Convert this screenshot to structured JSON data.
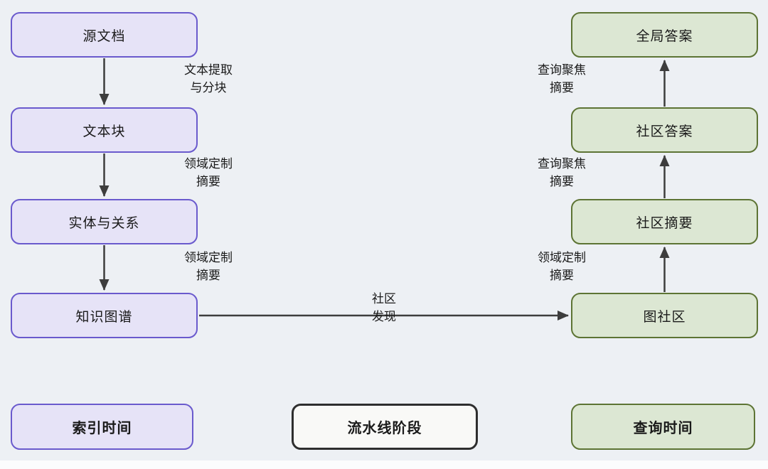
{
  "colors": {
    "background": "#EDF0F4",
    "index_fill": "#E6E3F7",
    "index_border": "#6A5ACD",
    "query_fill": "#DCE7D3",
    "query_border": "#5D7434",
    "stage_fill": "#F9F9F7",
    "stage_border": "#2E2E2E",
    "arrow": "#3D3D3D",
    "text": "#1A1A1A"
  },
  "index_pipeline": {
    "nodes": [
      {
        "label": "源文档"
      },
      {
        "label": "文本块"
      },
      {
        "label": "实体与关系"
      },
      {
        "label": "知识图谱"
      }
    ],
    "edges": [
      {
        "label": "文本提取\n与分块"
      },
      {
        "label": "领域定制\n摘要"
      },
      {
        "label": "领域定制\n摘要"
      }
    ]
  },
  "bridge_edge": {
    "label": "社区\n发现"
  },
  "query_pipeline": {
    "nodes": [
      {
        "label": "全局答案"
      },
      {
        "label": "社区答案"
      },
      {
        "label": "社区摘要"
      },
      {
        "label": "图社区"
      }
    ],
    "edges": [
      {
        "label": "查询聚焦\n摘要"
      },
      {
        "label": "查询聚焦\n摘要"
      },
      {
        "label": "领域定制\n摘要"
      }
    ]
  },
  "legend": [
    {
      "label": "索引时间",
      "type": "index"
    },
    {
      "label": "流水线阶段",
      "type": "stage"
    },
    {
      "label": "查询时间",
      "type": "query"
    }
  ]
}
